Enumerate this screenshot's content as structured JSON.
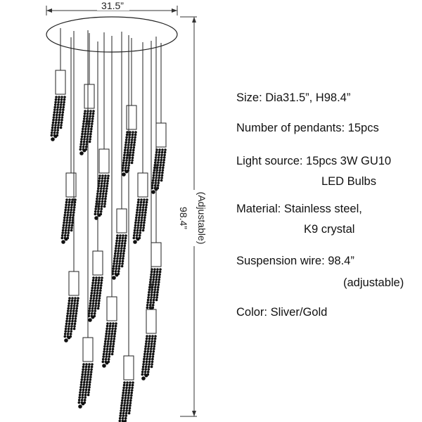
{
  "dimensions": {
    "width_label": "31.5”",
    "height_label": "98.4”",
    "height_note": "(Adjustable)"
  },
  "pendant_count": 15,
  "specs": {
    "size": "Size: Dia31.5”, H98.4”",
    "pendants": "Number of pendants: 15pcs",
    "light_source_line1": "Light source: 15pcs 3W GU10",
    "light_source_line2": "LED Bulbs",
    "material_line1": "Material: Stainless steel,",
    "material_line2": "K9 crystal",
    "wire_line1": "Suspension wire: 98.4”",
    "wire_line2": "(adjustable)",
    "color": "Color: Sliver/Gold"
  },
  "colors": {
    "line": "#222222",
    "crystal": "#111111"
  }
}
